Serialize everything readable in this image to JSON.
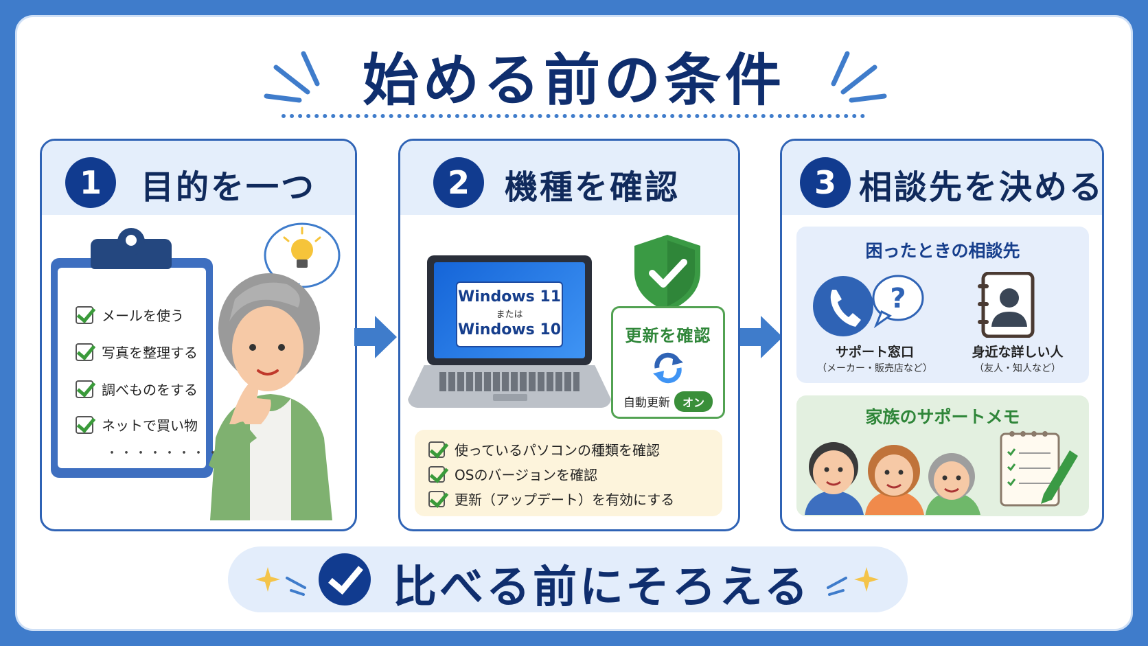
{
  "title": "始める前の条件",
  "panels": [
    {
      "number": "1",
      "title": "目的を一つ",
      "checklist": [
        "メールを使う",
        "写真を整理する",
        "調べものをする",
        "ネットで買い物"
      ],
      "more": "・・・・・・・・・"
    },
    {
      "number": "2",
      "title": "機種を確認",
      "os_line1": "Windows 11",
      "os_or": "または",
      "os_line2": "Windows 10",
      "update_title": "更新を確認",
      "auto_update_label": "自動更新",
      "toggle_label": "オン",
      "checklist": [
        "使っているパソコンの種類を確認",
        "OSのバージョンを確認",
        "更新（アップデート）を有効にする"
      ]
    },
    {
      "number": "3",
      "title": "相談先を決める",
      "consult_title": "困ったときの相談先",
      "support_label": "サポート窓口",
      "support_sub": "（メーカー・販売店など）",
      "person_label": "身近な詳しい人",
      "person_sub": "（友人・知人など）",
      "family_title": "家族のサポートメモ"
    }
  ],
  "footer": "比べる前にそろえる",
  "colors": {
    "primary": "#113b8f",
    "accent": "#3f7ccb",
    "green": "#3a8f3a"
  }
}
